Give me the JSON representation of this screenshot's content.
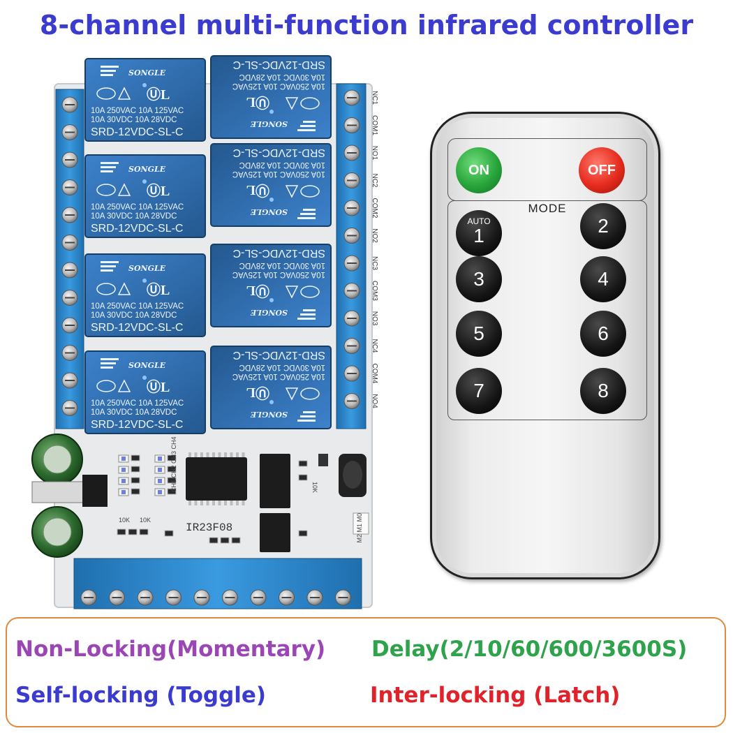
{
  "title": "8-channel multi-function infrared controller",
  "board": {
    "relay_brand": "SONGLE",
    "relay_rating_1": "10A 250VAC  10A 125VAC",
    "relay_rating_2": "10A  30VDC  10A  28VDC",
    "relay_model": "SRD-12VDC-SL-C",
    "chip_label": "IR23F08",
    "relay_count": 8,
    "terminal_labels_right": [
      "NC1",
      "COM1",
      "NO1",
      "NC2",
      "COM2",
      "NO2",
      "NC3",
      "COM3",
      "NO3",
      "NC4",
      "COM4",
      "NO4"
    ],
    "resistor_label_1": "10K",
    "resistor_label_2": "10K",
    "resistor_label_3": "10K",
    "mode_pins": "M2 M1 M0",
    "channel_labels": "CH1 CH2 CH3 CH4"
  },
  "remote": {
    "on_label": "ON",
    "off_label": "OFF",
    "mode_label": "MODE",
    "auto_label": "AUTO",
    "buttons": [
      "1",
      "2",
      "3",
      "4",
      "5",
      "6",
      "7",
      "8"
    ]
  },
  "features": {
    "non_locking": "Non-Locking(Momentary)",
    "delay": "Delay(2/10/60/600/3600S)",
    "self_locking": "Self-locking (Toggle)",
    "inter_locking": "Inter-locking (Latch)"
  },
  "colors": {
    "title": "#3b3bd0",
    "relay_blue": "#2f6fb8",
    "terminal_blue": "#2a86c9",
    "pcb": "#e8eaec",
    "on_green": "#28a53a",
    "off_red": "#e52b1e",
    "non_locking": "#9b46b5",
    "delay": "#2fa34b",
    "inter_locking": "#e0232a",
    "box_border": "#e0893a"
  }
}
